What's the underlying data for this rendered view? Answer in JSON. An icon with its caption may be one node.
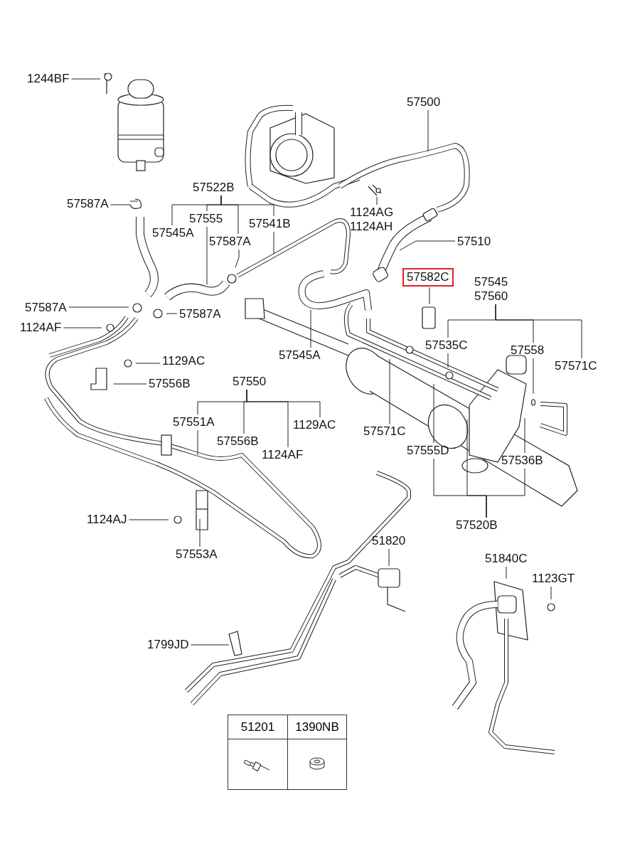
{
  "diagram": {
    "nodes": [
      {
        "text": [
          "57500"
        ]
      },
      {
        "text": [
          "1244BF"
        ]
      },
      {
        "text": [
          "57522B"
        ]
      },
      {
        "text": [
          "57587A"
        ]
      },
      {
        "text": [
          "57545A"
        ]
      },
      {
        "text": [
          "57555"
        ]
      },
      {
        "text": [
          "57587A"
        ]
      },
      {
        "text": [
          "57541B"
        ]
      },
      {
        "text": [
          "1124AG",
          "1124AH"
        ]
      },
      {
        "text": [
          "57510"
        ]
      },
      {
        "text": [
          "57582C"
        ]
      },
      {
        "text": [
          "57545",
          "57560"
        ]
      },
      {
        "text": [
          "57587A"
        ]
      },
      {
        "text": [
          "57587A"
        ]
      },
      {
        "text": [
          "1124AF"
        ]
      },
      {
        "text": [
          "57545A"
        ]
      },
      {
        "text": [
          "1129AC"
        ]
      },
      {
        "text": [
          "57535C"
        ]
      },
      {
        "text": [
          "57558"
        ]
      },
      {
        "text": [
          "57571C"
        ]
      },
      {
        "text": [
          "57556B"
        ]
      },
      {
        "text": [
          "57550"
        ]
      },
      {
        "text": [
          "57551A"
        ]
      },
      {
        "text": [
          "57556B"
        ]
      },
      {
        "text": [
          "1129AC"
        ]
      },
      {
        "text": [
          "1124AF"
        ]
      },
      {
        "text": [
          "57571C"
        ]
      },
      {
        "text": [
          "57555D"
        ]
      },
      {
        "text": [
          "57536B"
        ]
      },
      {
        "text": [
          "57520B"
        ]
      },
      {
        "text": [
          "1124AJ"
        ]
      },
      {
        "text": [
          "57553A"
        ]
      },
      {
        "text": [
          "51820"
        ]
      },
      {
        "text": [
          "51840C"
        ]
      },
      {
        "text": [
          "1123GT"
        ]
      },
      {
        "text": [
          "1799JD"
        ]
      }
    ],
    "edges": [
      {
        "from": 0,
        "to": null,
        "arrow": "none"
      },
      {
        "from": 1,
        "to": null,
        "arrow": "none"
      },
      {
        "from": 2,
        "to": 4,
        "arrow": "none"
      },
      {
        "from": 2,
        "to": 5,
        "arrow": "none"
      },
      {
        "from": 2,
        "to": 6,
        "arrow": "none"
      },
      {
        "from": 2,
        "to": 7,
        "arrow": "none"
      },
      {
        "from": 3,
        "to": null,
        "arrow": "none"
      },
      {
        "from": 5,
        "to": null,
        "arrow": "none"
      },
      {
        "from": 6,
        "to": null,
        "arrow": "none"
      },
      {
        "from": 7,
        "to": null,
        "arrow": "none"
      },
      {
        "from": 8,
        "to": null,
        "arrow": "none"
      },
      {
        "from": 9,
        "to": null,
        "arrow": "none"
      },
      {
        "from": 10,
        "to": null,
        "arrow": "none"
      },
      {
        "from": 11,
        "to": 17,
        "arrow": "none"
      },
      {
        "from": 11,
        "to": 18,
        "arrow": "none"
      },
      {
        "from": 11,
        "to": 19,
        "arrow": "none"
      },
      {
        "from": 12,
        "to": null,
        "arrow": "none"
      },
      {
        "from": 13,
        "to": null,
        "arrow": "none"
      },
      {
        "from": 14,
        "to": null,
        "arrow": "none"
      },
      {
        "from": 15,
        "to": null,
        "arrow": "none"
      },
      {
        "from": 16,
        "to": null,
        "arrow": "none"
      },
      {
        "from": 17,
        "to": null,
        "arrow": "none"
      },
      {
        "from": 18,
        "to": null,
        "arrow": "none"
      },
      {
        "from": 20,
        "to": null,
        "arrow": "none"
      },
      {
        "from": 21,
        "to": 22,
        "arrow": "none"
      },
      {
        "from": 21,
        "to": 23,
        "arrow": "none"
      },
      {
        "from": 21,
        "to": 24,
        "arrow": "none"
      },
      {
        "from": 21,
        "to": 25,
        "arrow": "none"
      },
      {
        "from": 22,
        "to": null,
        "arrow": "none"
      },
      {
        "from": 26,
        "to": null,
        "arrow": "none"
      },
      {
        "from": 27,
        "to": null,
        "arrow": "none"
      },
      {
        "from": 28,
        "to": null,
        "arrow": "none"
      },
      {
        "from": 29,
        "to": 27,
        "arrow": "none"
      },
      {
        "from": 29,
        "to": 28,
        "arrow": "none"
      },
      {
        "from": 29,
        "to": null,
        "arrow": "none"
      },
      {
        "from": 30,
        "to": null,
        "arrow": "none"
      },
      {
        "from": 31,
        "to": null,
        "arrow": "none"
      },
      {
        "from": 32,
        "to": null,
        "arrow": "none"
      },
      {
        "from": 33,
        "to": null,
        "arrow": "none"
      },
      {
        "from": 34,
        "to": null,
        "arrow": "none"
      },
      {
        "from": 35,
        "to": null,
        "arrow": "none"
      }
    ],
    "labels": [
      "51201",
      "1390NB"
    ]
  }
}
